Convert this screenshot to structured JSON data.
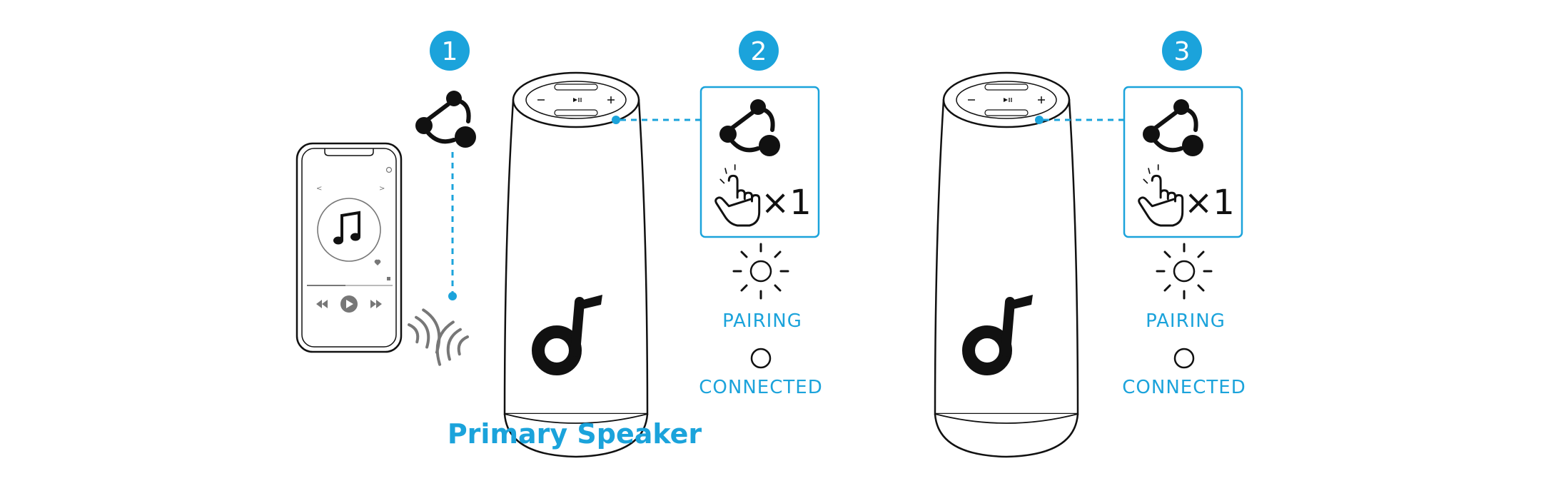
{
  "steps": [
    {
      "number": "1"
    },
    {
      "number": "2",
      "press_count": "×1",
      "status_pairing": "PAIRING",
      "status_connected": "CONNECTED"
    },
    {
      "number": "3",
      "press_count": "×1",
      "status_pairing": "PAIRING",
      "status_connected": "CONNECTED"
    }
  ],
  "primary_label": "Primary Speaker",
  "colors": {
    "accent": "#1ba3db",
    "ink": "#111111"
  },
  "icons": [
    "smartphone-icon",
    "music-note-icon",
    "share-pairing-icon",
    "wireless-signal-icon",
    "hand-press-icon",
    "light-rays-icon",
    "speaker-icon",
    "brand-logo-icon"
  ]
}
